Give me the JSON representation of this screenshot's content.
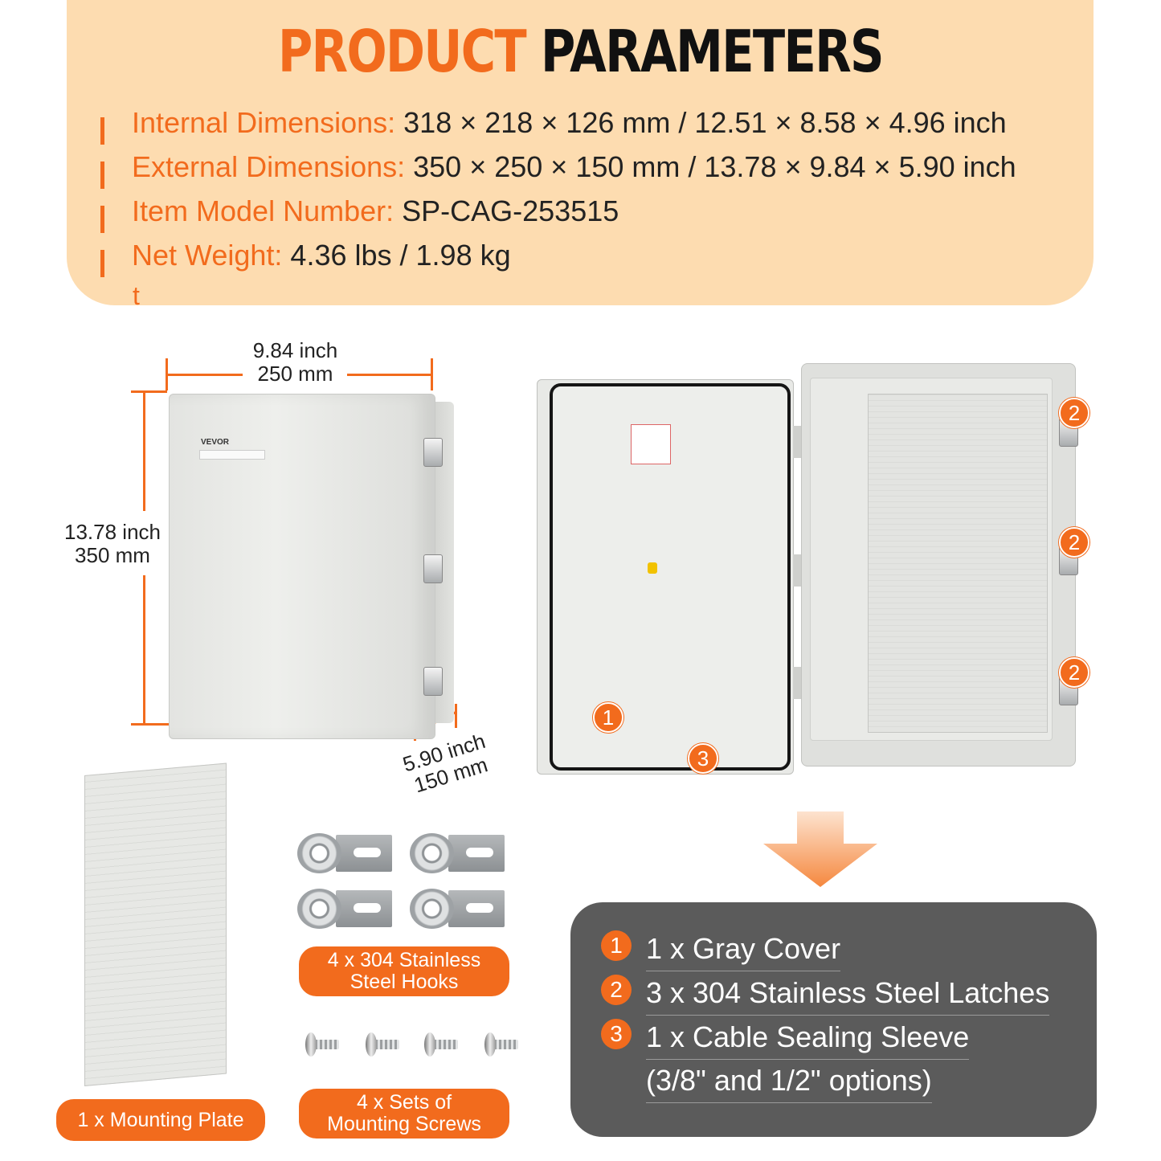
{
  "header": {
    "title_part1": "PRODUCT",
    "title_part2": "PARAMETERS",
    "specs": [
      {
        "label": "Internal Dimensions: ",
        "value": " 318 × 218 × 126 mm / 12.51 × 8.58 × 4.96 inch"
      },
      {
        "label": "External Dimensions:",
        "value": " 350 × 250 × 150 mm / 13.78 × 9.84 × 5.90 inch"
      },
      {
        "label": "Item Model Number:",
        "value": " SP-CAG-253515"
      },
      {
        "label": "Net Weight:",
        "value": " 4.36 lbs / 1.98 kg"
      }
    ],
    "stray_char": "t"
  },
  "dimensions": {
    "width_inch": "9.84 inch",
    "width_mm": "250 mm",
    "height_inch": "13.78 inch",
    "height_mm": "350 mm",
    "depth_inch": "5.90 inch",
    "depth_mm": "150 mm"
  },
  "product_label": {
    "brand": "VEVOR"
  },
  "callouts": {
    "cover": "1",
    "latch": "2",
    "sleeve": "3"
  },
  "accessories": {
    "mounting_plate": "1 x Mounting Plate",
    "hooks_line1": "4 x 304 Stainless",
    "hooks_line2": "Steel Hooks",
    "screws_line1": "4 x Sets of",
    "screws_line2": "Mounting Screws"
  },
  "included": {
    "items": [
      {
        "num": "1",
        "text": "1 x Gray Cover"
      },
      {
        "num": "2",
        "text": "3 x 304 Stainless Steel Latches"
      },
      {
        "num": "3",
        "text": "1 x Cable Sealing Sleeve"
      }
    ],
    "note": "(3/8\" and 1/2\" options)"
  },
  "colors": {
    "accent": "#f26b1d",
    "panel_bg": "#fddcb0",
    "dark_panel": "#5b5b5b"
  }
}
